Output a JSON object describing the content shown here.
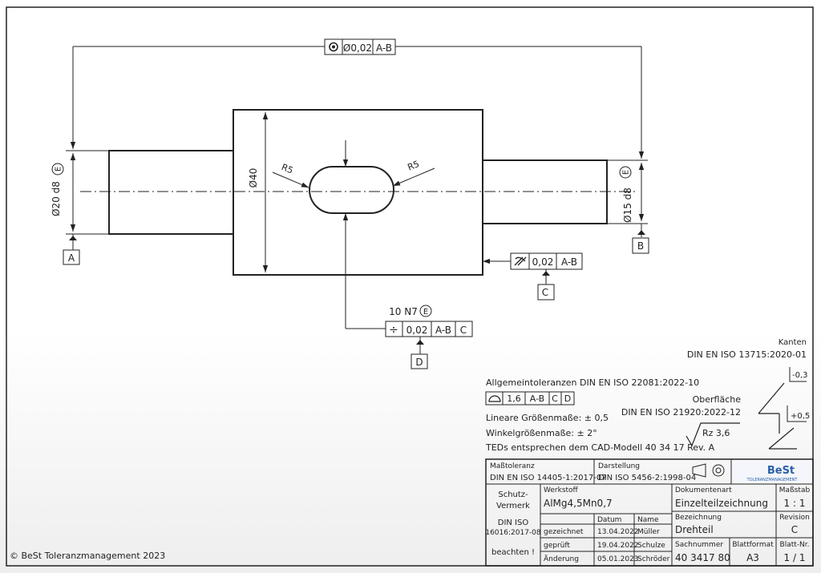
{
  "title": "Technical drawing – Drehteil",
  "dims": {
    "runout": {
      "symbol": "◎",
      "value": "Ø0,02",
      "datum": "A-B"
    },
    "left_dia": "Ø20 d8",
    "left_dia_e": "E",
    "right_dia": "Ø15 d8",
    "right_dia_e": "E",
    "body_dia": "Ø40",
    "radius_left": "R5",
    "radius_right": "R5",
    "datum_a": "A",
    "datum_b": "B",
    "datum_c": "C",
    "datum_d": "D",
    "runout2": {
      "value": "0,02",
      "datum": "A-B"
    },
    "slot_tol": "10 N7",
    "slot_tol_e": "E",
    "sym": {
      "symbol": "÷",
      "value": "0,02",
      "datum1": "A-B",
      "datum2": "C"
    }
  },
  "general": {
    "allg": "Allgemeintoleranzen DIN EN ISO 22081:2022-10",
    "profile": {
      "value": "1,6",
      "d1": "A-B",
      "d2": "C",
      "d3": "D"
    },
    "linear": "Lineare Größenmaße: ± 0,5",
    "angular": "Winkelgrößenmaße: ± 2°",
    "teds": "TEDs entsprechen dem CAD-Modell 40 34 17 Rev. A",
    "kanten_label": "Kanten",
    "kanten_norm": "DIN EN ISO 13715:2020-01",
    "kanten_minus": "-0,3",
    "kanten_plus": "+0,5",
    "ober_label": "Oberfläche",
    "ober_norm": "DIN EN ISO 21920:2022-12",
    "rz": "Rz 3,6"
  },
  "titleblock": {
    "masstol_label": "Maßtoleranz",
    "masstol_value": "DIN EN ISO 14405-1:2017-07",
    "darst_label": "Darstellung",
    "darst_value": "DIN ISO 5456-2:1998-04",
    "logo": "BeSt",
    "logo_sub": "TOLERANZMANAGEMENT",
    "schutz1": "Schutz-",
    "schutz2": "Vermerk",
    "schutz3": "DIN ISO",
    "schutz4": "16016:2017-08",
    "schutz5": "beachten !",
    "werkstoff_label": "Werkstoff",
    "werkstoff": "AlMg4,5Mn0,7",
    "doc_label": "Dokumentenart",
    "doc_value": "Einzelteilzeichnung",
    "massstab_label": "Maßstab",
    "massstab": "1 : 1",
    "datum_h": "Datum",
    "name_h": "Name",
    "bez_label": "Bezeichnung",
    "bez_value": "Drehteil",
    "rev_label": "Revision",
    "rev_value": "C",
    "r1_label": "gezeichnet",
    "r1_date": "13.04.2022",
    "r1_name": "Müller",
    "r2_label": "geprüft",
    "r2_date": "19.04.2022",
    "r2_name": "Schulze",
    "r3_label": "Änderung",
    "r3_date": "05.01.2023",
    "r3_name": "Schröder",
    "sach_label": "Sachnummer",
    "sach_value": "40 3417 80",
    "blattf_label": "Blattformat",
    "blattf_value": "A3",
    "blattnr_label": "Blatt-Nr.",
    "blattnr_value": "1 / 1"
  },
  "copyright": "© BeSt Toleranzmanagement 2023"
}
